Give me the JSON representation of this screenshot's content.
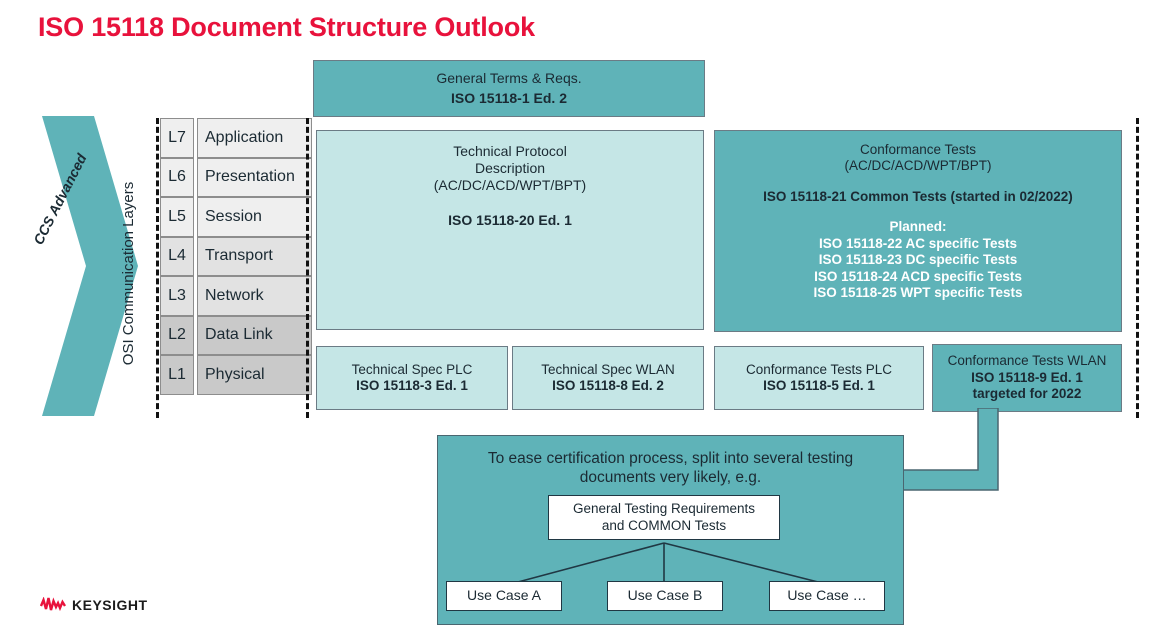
{
  "page_title": "ISO 15118 Document Structure Outlook",
  "accent_colors": {
    "title_red": "#E8123C",
    "teal": "#5FB3B8",
    "light_teal": "#C5E6E6",
    "border_gray": "#6B7B85"
  },
  "left_axis": {
    "chevron_label": "CCS Advanced",
    "stack_label": "OSI Communication Layers"
  },
  "layers": [
    {
      "num": "L7",
      "name": "Application"
    },
    {
      "num": "L6",
      "name": "Presentation"
    },
    {
      "num": "L5",
      "name": "Session"
    },
    {
      "num": "L4",
      "name": "Transport"
    },
    {
      "num": "L3",
      "name": "Network"
    },
    {
      "num": "L2",
      "name": "Data Link"
    },
    {
      "num": "L1",
      "name": "Physical"
    }
  ],
  "general_terms": {
    "caption": "General Terms & Reqs.",
    "standard": "ISO 15118-1 Ed. 2"
  },
  "technical_protocol": {
    "line1": "Technical Protocol",
    "line2": "Description",
    "line3": "(AC/DC/ACD/WPT/BPT)",
    "standard": "ISO 15118-20 Ed. 1"
  },
  "conformance_tests": {
    "line1": "Conformance Tests",
    "line2": "(AC/DC/ACD/WPT/BPT)",
    "standard": "ISO 15118-21 Common Tests (started in 02/2022)",
    "planned_label": "Planned:",
    "planned": [
      "ISO 15118-22 AC specific Tests",
      "ISO 15118-23 DC specific Tests",
      "ISO 15118-24 ACD specific Tests",
      "ISO 15118-25 WPT specific Tests"
    ]
  },
  "lower_boxes": [
    {
      "caption": "Technical Spec PLC",
      "standard": "ISO 15118-3 Ed. 1",
      "note": ""
    },
    {
      "caption": "Technical Spec WLAN",
      "standard": "ISO 15118-8 Ed. 2",
      "note": ""
    },
    {
      "caption": "Conformance Tests PLC",
      "standard": "ISO 15118-5 Ed. 1",
      "note": ""
    },
    {
      "caption": "Conformance Tests WLAN",
      "standard": "ISO 15118-9 Ed. 1",
      "note": "targeted for 2022"
    }
  ],
  "bottom_panel": {
    "line1": "To ease certification process, split into several testing",
    "line2": "documents very likely, e.g.",
    "root": {
      "line1": "General Testing Requirements",
      "line2": "and COMMON Tests"
    },
    "leaves": [
      "Use Case A",
      "Use Case B",
      "Use Case …"
    ]
  },
  "footer": {
    "brand": "KEYSIGHT"
  }
}
